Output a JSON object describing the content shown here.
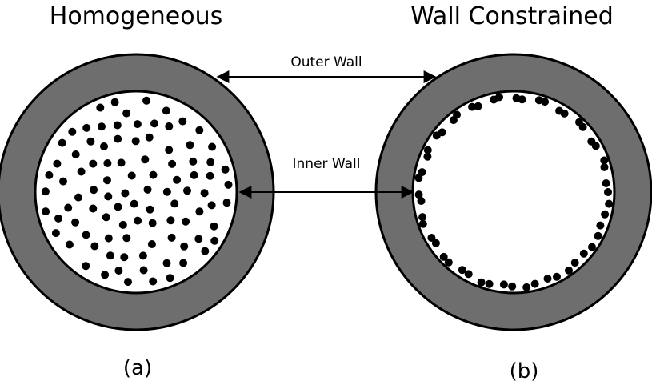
{
  "titles": {
    "left": "Homogeneous",
    "right": "Wall Constrained"
  },
  "labels": {
    "outer_wall": "Outer Wall",
    "inner_wall": "Inner Wall"
  },
  "panel_labels": {
    "left": "(a)",
    "right": "(b)"
  },
  "colors": {
    "wall": "#6e6e6e",
    "wall_stroke": "#000000",
    "interior": "#ffffff",
    "particle": "#000000",
    "arrow": "#000000"
  }
}
